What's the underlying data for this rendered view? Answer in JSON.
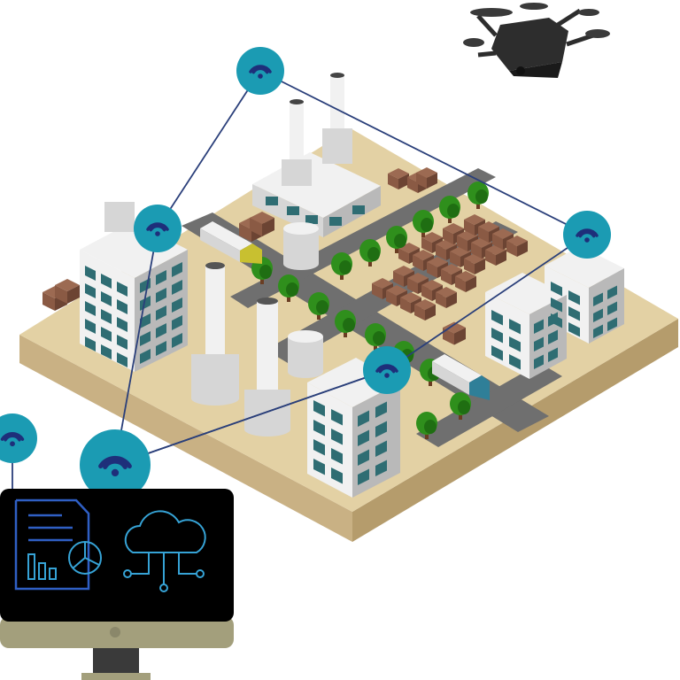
{
  "scene": {
    "colors": {
      "ground_top": "#e3d1a4",
      "ground_left": "#c9b184",
      "ground_right": "#b59c6c",
      "road": "#6f6f6f",
      "road_line": "#d9d9d9",
      "building_light": "#f1f1f1",
      "building_mid": "#d6d6d6",
      "building_dark": "#b9b9b9",
      "window": "#2f6d73",
      "tree": "#2f8f1c",
      "tree_dark": "#1f6e12",
      "trunk": "#6a3d22",
      "crate": "#8a5a44",
      "crate_dark": "#6c4433",
      "wifi_node": "#1b9bb3",
      "wifi_glyph": "#1e2f7a",
      "link_line": "#2a3f7a",
      "monitor_frame": "#000000",
      "monitor_bezel": "#a39f7c",
      "monitor_stand": "#3a3a3a",
      "monitor_icon_blue": "#2f5fc4",
      "monitor_icon_cyan": "#36a3d6",
      "drone_body": "#2d2d2d"
    },
    "icons": {
      "wifi_nodes": [
        "wifi-icon-top",
        "wifi-icon-left",
        "wifi-icon-right",
        "wifi-icon-center",
        "wifi-icon-monitor",
        "wifi-icon-edge"
      ],
      "monitor": [
        "report-document-icon",
        "bar-chart-icon",
        "pie-chart-icon",
        "cloud-network-icon"
      ],
      "drone": "drone-icon"
    }
  }
}
